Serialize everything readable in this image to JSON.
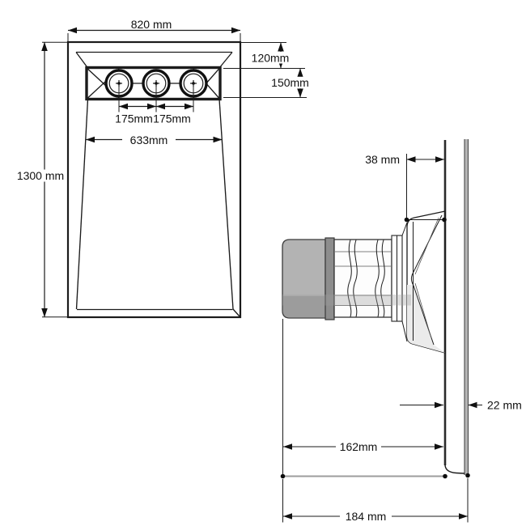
{
  "drawing": {
    "title": "pool-jet-panel-dimension-drawing",
    "background": "#ffffff",
    "line_color": "#1b1b1b",
    "front_view": {
      "panel_width": "820 mm",
      "panel_height": "1300 mm",
      "niche_top_offset": "120mm",
      "niche_height": "150mm",
      "jet_spacing_left": "175mm",
      "jet_spacing_right": "175mm",
      "niche_width": "633mm",
      "jet_count": 3
    },
    "side_view": {
      "recess_depth": "38 mm",
      "panel_thickness": "22 mm",
      "body_projection": "162mm",
      "overall_depth": "184 mm"
    },
    "colors": {
      "cap_gray": "#b3b3b3",
      "cap_shadow_gray": "#9c9c9c",
      "seam_gray": "#8d8d8d",
      "cone_shade_gray": "#ebebeb",
      "water_band_gray": "#9f9f9f",
      "wall_band_gray": "#b6b6b6",
      "ref_line_gray": "#9c9c9c"
    }
  }
}
